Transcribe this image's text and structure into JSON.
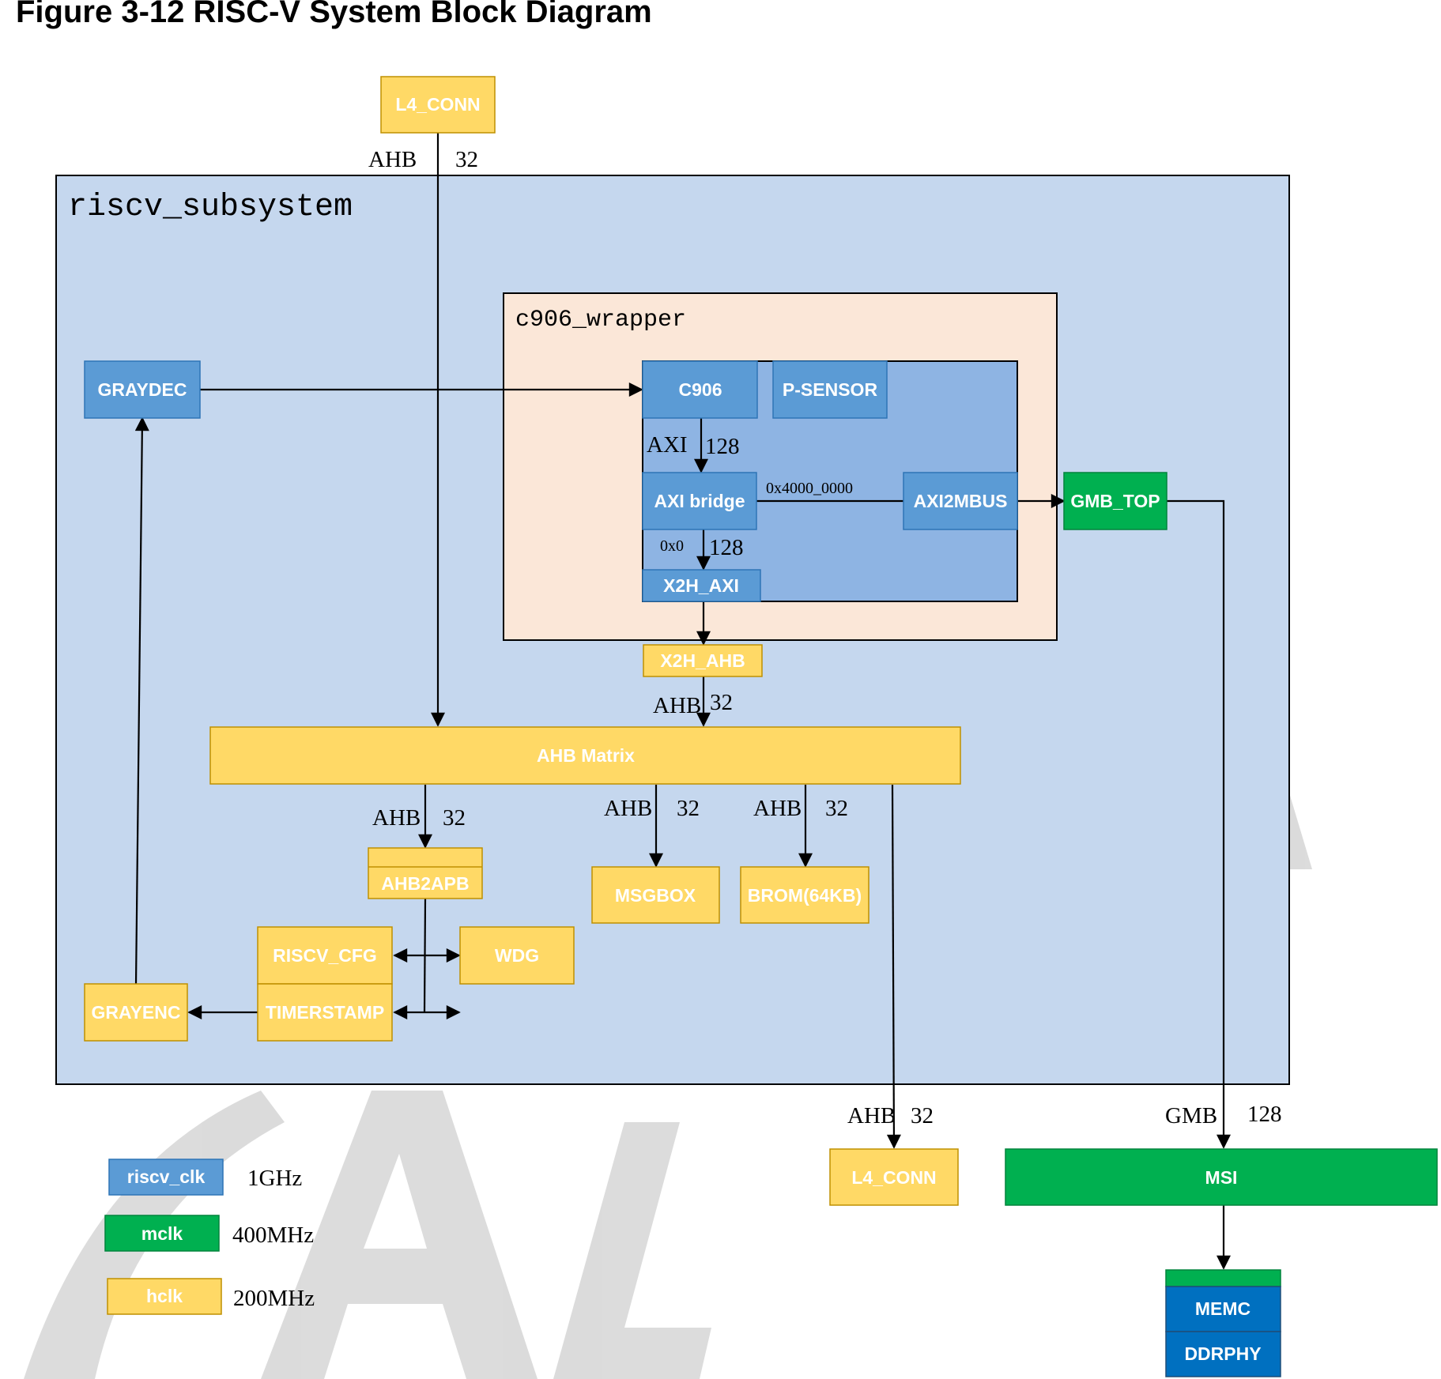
{
  "title": "Figure 3-12 RISC-V System Block Diagram",
  "colors": {
    "riscv_clk": "#5B9BD5",
    "mclk": "#00B050",
    "hclk": "#FFD966",
    "subsystem_bg": "#C5D7EE",
    "wrapper_bg": "#FBE7D8",
    "core_bg": "#8EB4E3",
    "watermark": "#BFBFBF"
  },
  "containers": {
    "riscv_subsystem": "riscv_subsystem",
    "c906_wrapper": "c906_wrapper"
  },
  "blocks": {
    "l4_conn_top": "L4_CONN",
    "graydec": "GRAYDEC",
    "c906": "C906",
    "p_sensor": "P-SENSOR",
    "axi_bridge": "AXI bridge",
    "axi2mbus": "AXI2MBUS",
    "x2h_axi": "X2H_AXI",
    "gmb_top": "GMB_TOP",
    "x2h_ahb": "X2H_AHB",
    "ahb_matrix": "AHB Matrix",
    "ahb2apb": "AHB2APB",
    "msgbox": "MSGBOX",
    "brom": "BROM(64KB)",
    "riscv_cfg": "RISCV_CFG",
    "wdg": "WDG",
    "timerstamp": "TIMERSTAMP",
    "grayenc": "GRAYENC",
    "l4_conn_bottom": "L4_CONN",
    "msi": "MSI",
    "memc": "MEMC",
    "ddrphy": "DDRPHY"
  },
  "buses": {
    "top_ahb": "AHB",
    "top_width": "32",
    "c906_axi": "AXI",
    "c906_width": "128",
    "bridge_addr_right": "0x4000_0000",
    "bridge_addr_down": "0x0",
    "bridge_width": "128",
    "x2h_ahb_bus": "AHB",
    "x2h_ahb_width": "32",
    "apb_bus": "AHB",
    "apb_width": "32",
    "msgbox_bus": "AHB",
    "msgbox_width": "32",
    "brom_bus": "AHB",
    "brom_width": "32",
    "l4_bottom_bus": "AHB",
    "l4_bottom_width": "32",
    "gmb_bus": "GMB",
    "gmb_width": "128"
  },
  "legend": [
    {
      "label": "riscv_clk",
      "freq": "1GHz",
      "color": "#5B9BD5"
    },
    {
      "label": "mclk",
      "freq": "400MHz",
      "color": "#00B050"
    },
    {
      "label": "hclk",
      "freq": "200MHz",
      "color": "#FFD966"
    }
  ]
}
